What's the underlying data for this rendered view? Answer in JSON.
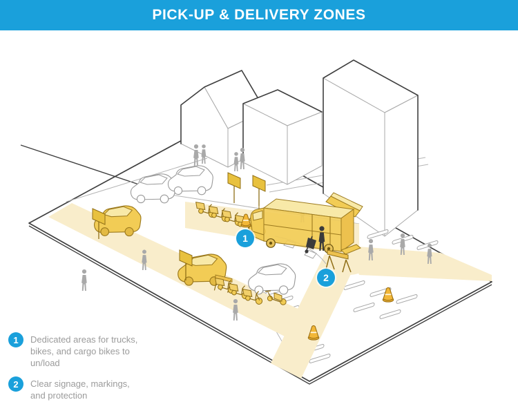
{
  "header": {
    "title": "PICK-UP & DELIVERY ZONES"
  },
  "markers": [
    {
      "label": "1"
    },
    {
      "label": "2"
    }
  ],
  "legend": {
    "items": [
      {
        "number": "1",
        "text": "Dedicated areas for trucks, bikes, and cargo bikes to un/load"
      },
      {
        "number": "2",
        "text": "Clear signage, markings, and protection"
      }
    ]
  },
  "colors": {
    "accent": "#1aa0db",
    "zone_cream": "#f9edcb",
    "vehicle_yellow": "#f2cc55",
    "vehicle_yellow_light": "#f8e9a8",
    "vehicle_yellow_dark": "#9c7a1e",
    "cone_orange": "#f2b737",
    "outline_dark": "#3f3f3f",
    "line_gray": "#b5b5b5",
    "people_gray": "#a9a9a9",
    "people_dark": "#3b3b3b",
    "legend_text_gray": "#9b9b9b"
  },
  "scene": {
    "elements": [
      "buildings",
      "delivery-truck",
      "cargo-bikes",
      "parked-cars",
      "loading-zones",
      "pedestrian-path",
      "crosswalks",
      "traffic-cones",
      "barricades",
      "loading-signs",
      "pedestrians",
      "delivery-worker"
    ]
  }
}
